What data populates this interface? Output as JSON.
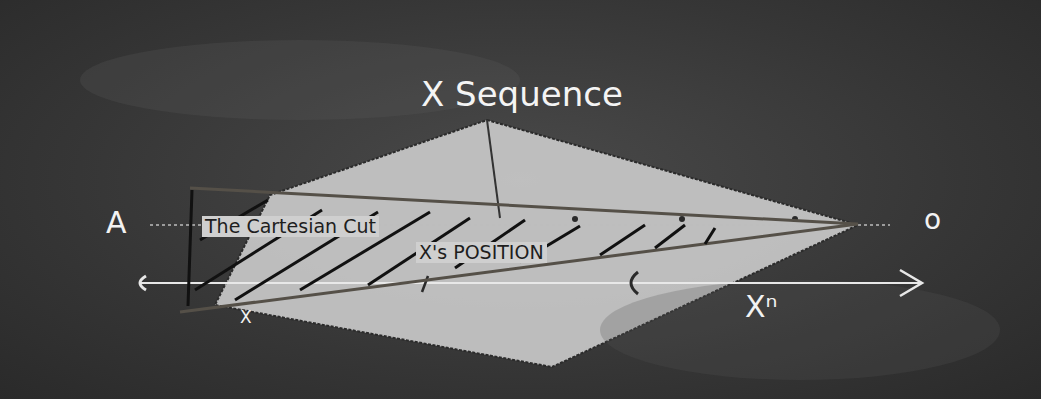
{
  "diagram": {
    "nodes": [
      {
        "text": [
          "X Sequence",
          "The Cartesian Cut",
          "X's POSITION"
        ]
      }
    ],
    "labels": [
      "A",
      "o",
      "Xⁿ",
      "X"
    ]
  }
}
